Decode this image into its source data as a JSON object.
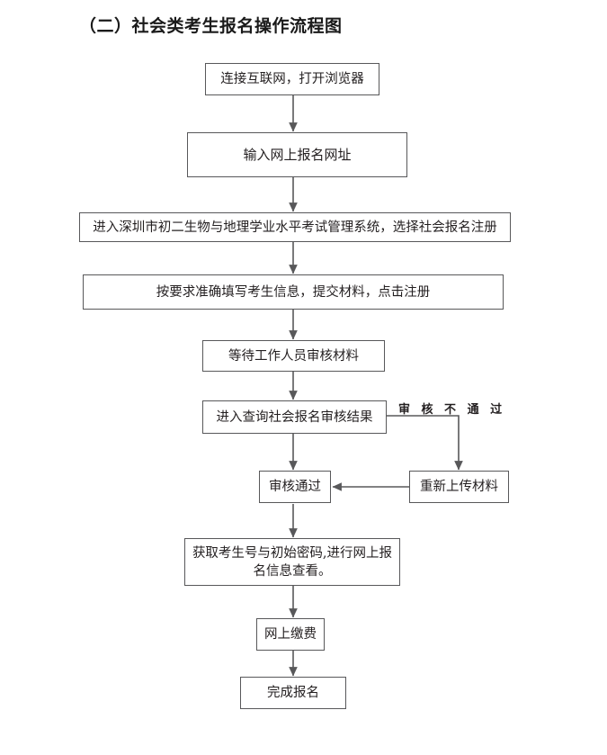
{
  "title": "（二）社会类考生报名操作流程图",
  "diagram_type": "flowchart",
  "nodes": [
    {
      "id": "n1",
      "label": "连接互联网，打开浏览器"
    },
    {
      "id": "n2",
      "label": "输入网上报名网址"
    },
    {
      "id": "n3",
      "label": "进入深圳市初二生物与地理学业水平考试管理系统，选择社会报名注册"
    },
    {
      "id": "n4",
      "label": "按要求准确填写考生信息，提交材料，点击注册"
    },
    {
      "id": "n5",
      "label": "等待工作人员审核材料"
    },
    {
      "id": "n6",
      "label": "进入查询社会报名审核结果"
    },
    {
      "id": "n7",
      "label": "审核通过"
    },
    {
      "id": "n8",
      "label": "重新上传材料"
    },
    {
      "id": "n9",
      "label": "获取考生号与初始密码,进行网上报名信息查看。"
    },
    {
      "id": "n10",
      "label": "网上缴费"
    },
    {
      "id": "n11",
      "label": "完成报名"
    }
  ],
  "edge_labels": {
    "review_failed": "审 核 不 通 过"
  },
  "colors": {
    "box_border": "#58585a",
    "text": "#231f20",
    "background": "#ffffff"
  }
}
